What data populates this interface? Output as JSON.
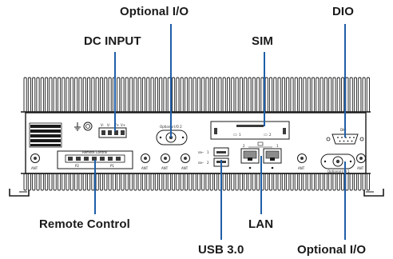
{
  "callouts": {
    "optional_io_top": "Optional I/O",
    "dio": "DIO",
    "dc_input": "DC INPUT",
    "sim": "SIM",
    "remote_control": "Remote Control",
    "lan": "LAN",
    "usb": "USB 3.0",
    "optional_io_bottom": "Optional I/O"
  },
  "panel_text": {
    "optional_io_port_top": "Optional I/O 2",
    "optional_io_port_bottom": "Optional I/O 1",
    "sim_slot_1": "1",
    "sim_slot_2": "2",
    "remote_control_port": "Remote Control",
    "remote_pin_left": "P2",
    "remote_pin_right": "P1",
    "dio_port": "DIO",
    "ant": "ANT",
    "usb_1": "1",
    "usb_2": "2",
    "lan_1": "1",
    "lan_2": "2"
  },
  "colors": {
    "callout_line": "#1f5fa8",
    "device_outline": "#1a1a1a",
    "device_fill": "#ffffff",
    "port_fill": "#3a3a3a"
  }
}
